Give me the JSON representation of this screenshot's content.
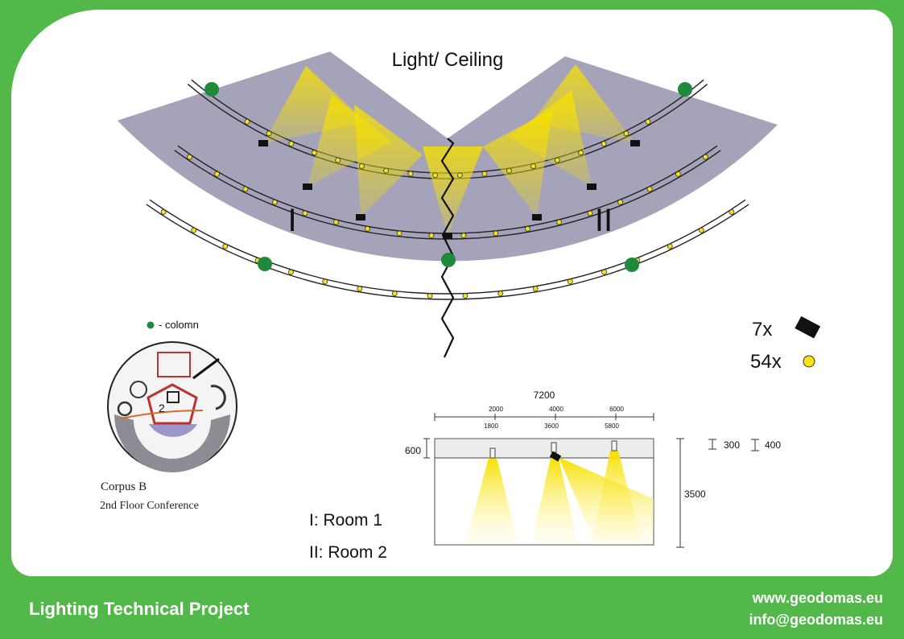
{
  "title": "Light/ Ceiling",
  "room_labels": {
    "room1": "I",
    "room2": "II"
  },
  "legend": {
    "column": "- colomn",
    "count_spots": "7x",
    "count_leds": "54x"
  },
  "plan": {
    "corpus": "Corpus B",
    "floor": "2nd Floor Conference",
    "marker": "2"
  },
  "rooms": {
    "room1": "I:  Room 1",
    "room2": "II: Room 2"
  },
  "section": {
    "width_total": "7200",
    "top_marks": [
      "2000",
      "4000",
      "6000"
    ],
    "bottom_marks": [
      "1800",
      "3600",
      "5800"
    ],
    "ceiling_depth": "600",
    "height": "3500",
    "dim_a": "300",
    "dim_b": "400"
  },
  "footer": {
    "title": "Lighting Technical Project",
    "web": "www.geodomas.eu",
    "email": "info@geodomas.eu"
  },
  "colors": {
    "frame_green": "#52b84a",
    "ceiling_gray": "#a4a3b9",
    "column_green": "#1f8a3c",
    "light_yellow": "#f7e300",
    "spot_black": "#111111"
  }
}
